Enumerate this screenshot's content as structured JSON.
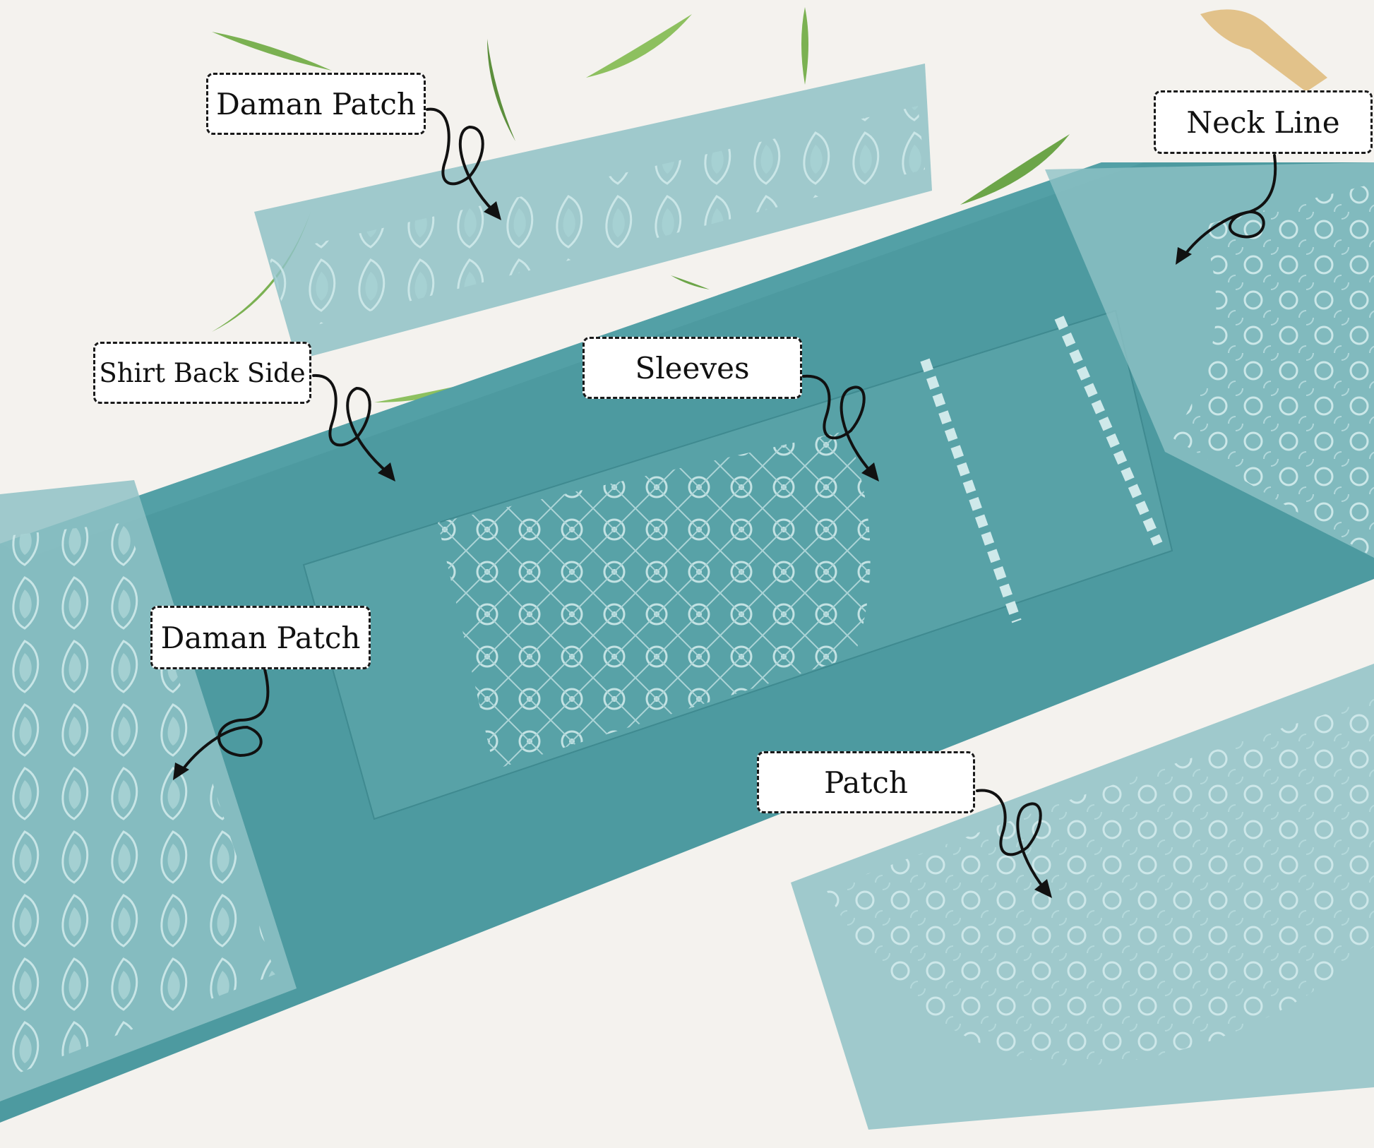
{
  "labels": {
    "daman_patch_top": "Daman Patch",
    "neck_line": "Neck Line",
    "shirt_back_side": "Shirt Back Side",
    "sleeves": "Sleeves",
    "daman_patch_left": "Daman Patch",
    "patch": "Patch"
  },
  "colors": {
    "background": "#f4f2ee",
    "fabric": "#4d9aa0",
    "organza": "#8fc2c6",
    "embroidery": "#cfe9ea",
    "leaf": "#6fa84a"
  }
}
